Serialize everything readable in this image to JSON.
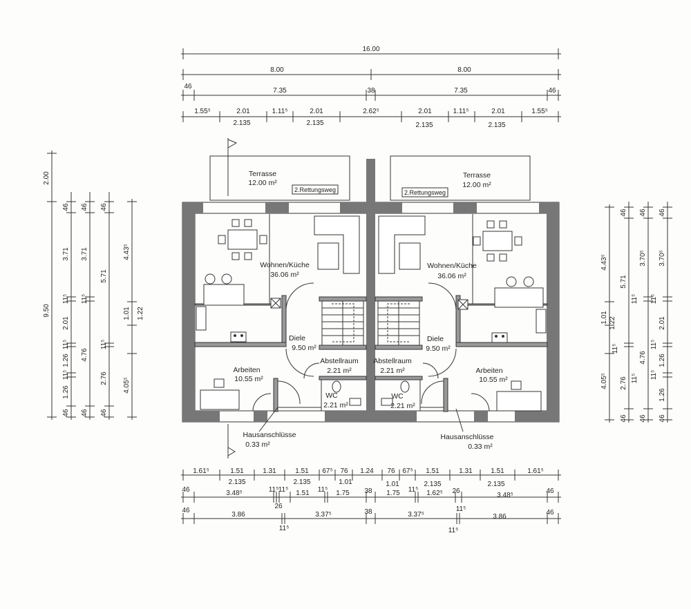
{
  "top_dims": {
    "total": "16.00",
    "halves": [
      "8.00",
      "8.00"
    ],
    "row3": [
      "46",
      "7.35",
      "38",
      "7.35",
      "46"
    ],
    "row4_top": [
      "1.55⁵",
      "2.01",
      "1.11⁵",
      "2.01",
      "2.62⁵",
      "2.01",
      "1.11⁵",
      "2.01",
      "1.55⁵"
    ],
    "row4_bottom": [
      "2.135",
      "2.135",
      "2.135",
      "2.135"
    ]
  },
  "left_dims": {
    "outer_top": "2.00",
    "outer_total": "9.50",
    "col2": [
      "46",
      "3.71",
      "11⁵",
      "2.01",
      "11⁵",
      "1.26",
      "11⁵",
      "1.26",
      "46"
    ],
    "col3": [
      "46",
      "3.71",
      "11⁵",
      "4.76",
      "46"
    ],
    "col4": [
      "46",
      "5.71",
      "11⁵",
      "2.76",
      "46"
    ],
    "col5": [
      "4.43⁵",
      "1.01",
      "1.22",
      "4.05⁵"
    ]
  },
  "right_dims": {
    "col1": [
      "4.43⁵",
      "1.01",
      "1.22",
      "4.05⁵"
    ],
    "col2": [
      "46",
      "5.71",
      "11⁵",
      "2.76",
      "46"
    ],
    "col3": [
      "46",
      "3.70⁵",
      "11⁵",
      "4.76",
      "11⁵",
      "46"
    ],
    "col4": [
      "46",
      "3.70⁵",
      "11⁵",
      "2.01",
      "11⁵",
      "1.26",
      "11⁵",
      "1.26",
      "46"
    ]
  },
  "bottom_dims": {
    "row1_top": [
      "1.61⁵",
      "1.51",
      "1.31",
      "1.51",
      "67⁵",
      "76",
      "1.24",
      "76",
      "67⁵",
      "1.51",
      "1.31",
      "1.51",
      "1.61⁵"
    ],
    "row1_bottom": [
      "2.135",
      "2.135",
      "1.01",
      "1.01",
      "2.135",
      "2.135"
    ],
    "row2_top": [
      "46",
      "3.48⁵",
      "11⁵",
      "11⁵",
      "1.51",
      "11⁵",
      "1.75",
      "38",
      "1.75",
      "11⁵",
      "1.62⁵",
      "26",
      "3.48⁵",
      "46"
    ],
    "row2_bottom": [
      "26",
      "11⁵"
    ],
    "row3_top": [
      "46",
      "3.86",
      "3.37⁵",
      "38",
      "3.37⁵",
      "3.86",
      "46"
    ],
    "row3_bottom": [
      "11⁵",
      "11⁵"
    ]
  },
  "rooms": {
    "terrace_left": {
      "name": "Terrasse",
      "area": "12.00 m²"
    },
    "terrace_right": {
      "name": "Terrasse",
      "area": "12.00 m²"
    },
    "escape_left": "2.Rettungsweg",
    "escape_right": "2.Rettungsweg",
    "living_left": {
      "name": "Wohnen/Küche",
      "area": "36.06 m²"
    },
    "living_right": {
      "name": "Wohnen/Küche",
      "area": "36.06 m²"
    },
    "hall_left": {
      "name": "Diele",
      "area": "9.50 m²"
    },
    "hall_right": {
      "name": "Diele",
      "area": "9.50 m²"
    },
    "storage_left": {
      "name": "Abstellraum",
      "area": "2.21 m²"
    },
    "storage_right": {
      "name": "Abstellraum",
      "area": "2.21 m²"
    },
    "work_left": {
      "name": "Arbeiten",
      "area": "10.55 m²"
    },
    "work_right": {
      "name": "Arbeiten",
      "area": "10.55 m²"
    },
    "wc_left": {
      "name": "WC",
      "area": "2.21 m²"
    },
    "wc_right": {
      "name": "WC",
      "area": "2.21 m²"
    },
    "utility_left": {
      "name": "Hausanschlüsse",
      "area": "0.33 m²"
    },
    "utility_right": {
      "name": "Hausanschlüsse",
      "area": "0.33 m²"
    }
  }
}
